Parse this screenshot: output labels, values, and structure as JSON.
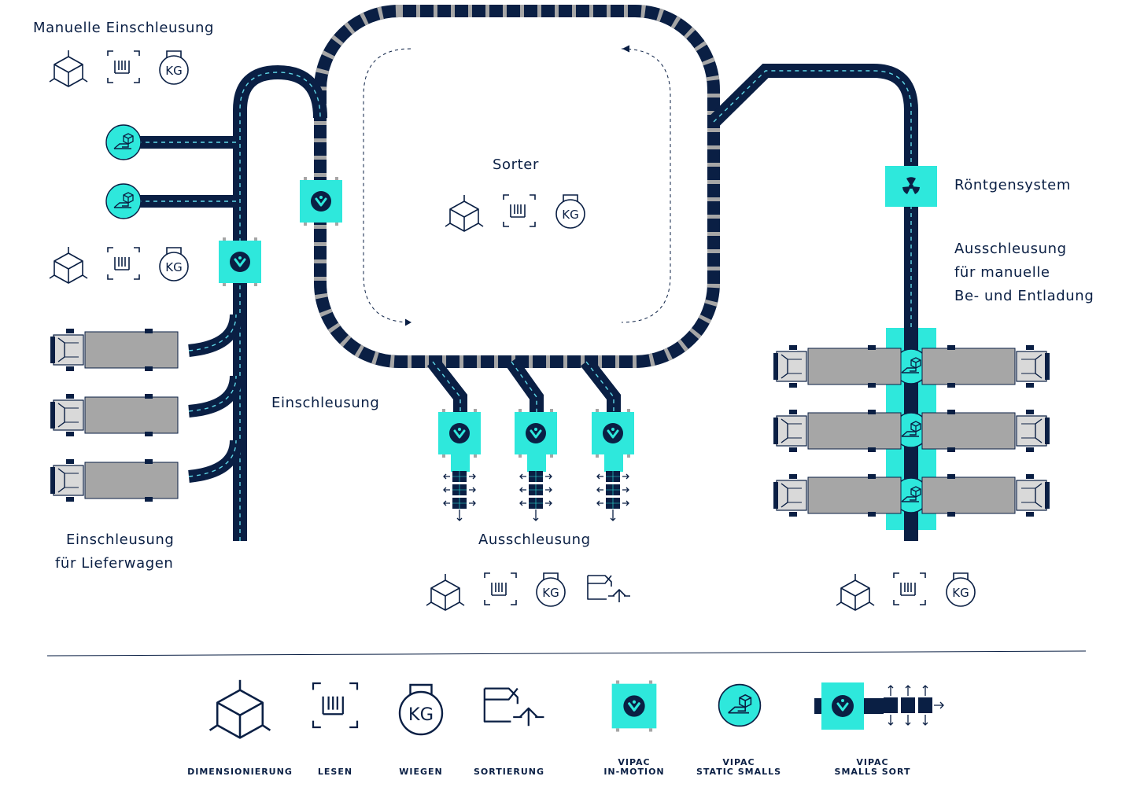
{
  "labels": {
    "manual_infeed": "Manuelle Einschleusung",
    "sorter": "Sorter",
    "xray": "Röntgensystem",
    "manual_outfeed_1": "Ausschleusung",
    "manual_outfeed_2": "für manuelle",
    "manual_outfeed_3": "Be- und Entladung",
    "infeed": "Einschleusung",
    "van_infeed_1": "Einschleusung",
    "van_infeed_2": "für Lieferwagen",
    "outfeed": "Ausschleusung"
  },
  "legend": {
    "dimensioning": "DIMENSIONIERUNG",
    "reading": "LESEN",
    "weighing": "WIEGEN",
    "sorting": "SORTIERUNG",
    "inmotion_1": "VIPAC",
    "inmotion_2": "IN-MOTION",
    "static_1": "VIPAC",
    "static_2": "STATIC SMALLS",
    "smallssort_1": "VIPAC",
    "smallssort_2": "SMALLS SORT"
  },
  "icons": {
    "cube": "dimensioning-icon",
    "barcode": "reading-icon",
    "weight": "weighing-icon",
    "weight_text": "KG",
    "sort": "sorting-icon",
    "vipac": "vipac-in-motion-icon",
    "static": "vipac-static-smalls-icon",
    "xray": "radiation-icon"
  },
  "colors": {
    "navy": "#0a1f44",
    "cyan": "#2ee8dc",
    "grey": "#a6a6a6"
  }
}
